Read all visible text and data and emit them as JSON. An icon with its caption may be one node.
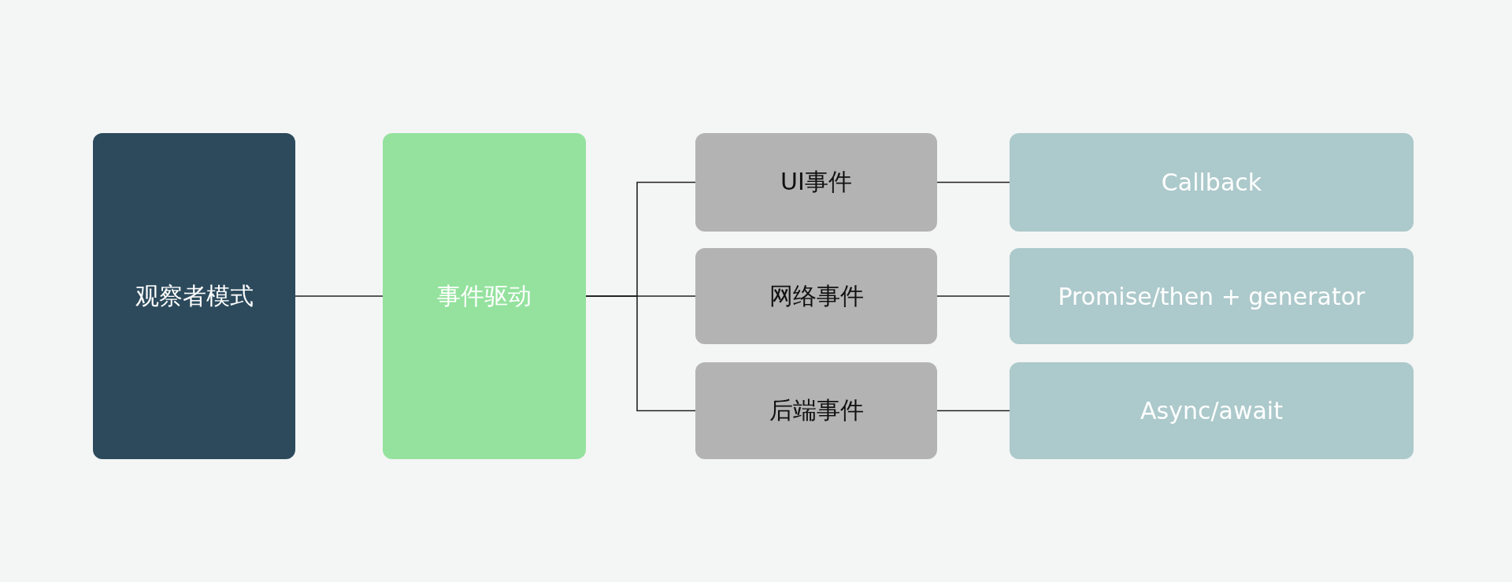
{
  "diagram": {
    "nodes": [
      {
        "text": [
          "观察者模式"
        ]
      },
      {
        "text": [
          "事件驱动"
        ]
      },
      {
        "text": [
          "UI事件"
        ]
      },
      {
        "text": [
          "网络事件"
        ]
      },
      {
        "text": [
          "后端事件"
        ]
      },
      {
        "text": [
          "Callback"
        ]
      },
      {
        "text": [
          "Promise/then + generator"
        ]
      },
      {
        "text": [
          "Async/await"
        ]
      }
    ],
    "edges": [
      {
        "from": 0,
        "to": 1,
        "arrow": "none"
      },
      {
        "from": 1,
        "to": 2,
        "arrow": "none"
      },
      {
        "from": 1,
        "to": 3,
        "arrow": "none"
      },
      {
        "from": 1,
        "to": 4,
        "arrow": "none"
      },
      {
        "from": 2,
        "to": 5,
        "arrow": "none"
      },
      {
        "from": 3,
        "to": 6,
        "arrow": "none"
      },
      {
        "from": 4,
        "to": 7,
        "arrow": "none"
      }
    ]
  }
}
